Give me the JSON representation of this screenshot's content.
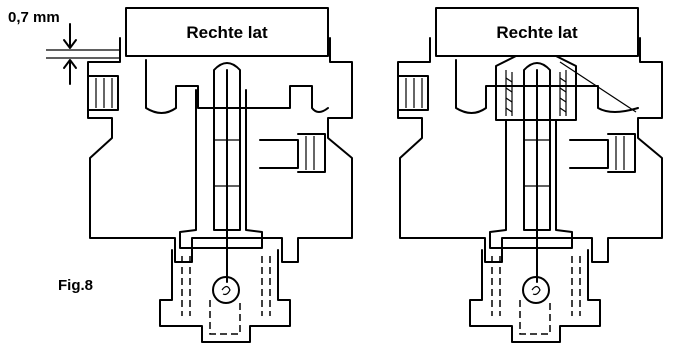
{
  "figure": {
    "measurement_label": "0,7 mm",
    "left_bar_label": "Rechte lat",
    "right_bar_label": "Rechte lat",
    "fig_label": "Fig.8"
  }
}
